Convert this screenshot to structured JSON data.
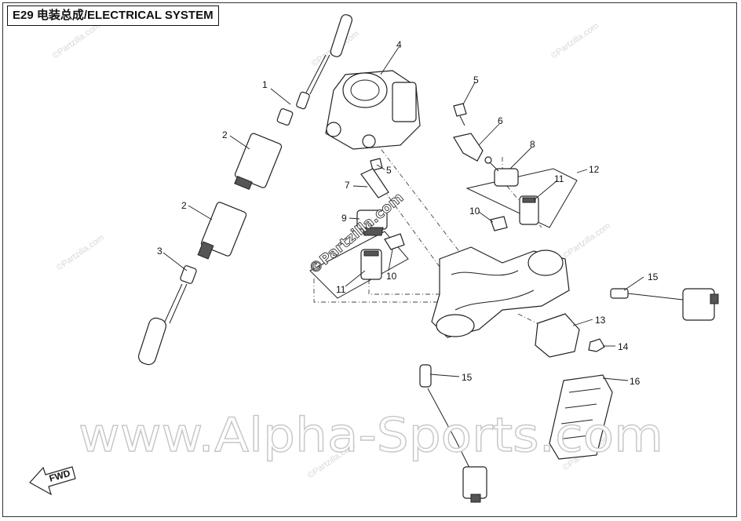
{
  "title": "E29 电装总成/ELECTRICAL SYSTEM",
  "watermark_main": "www.Alpha-Sports.com",
  "watermark_copy": "©Partzilla.com",
  "fwd_label": "FWD",
  "callouts": {
    "c1": "1",
    "c2a": "2",
    "c2b": "2",
    "c3": "3",
    "c4": "4",
    "c5a": "5",
    "c5b": "5",
    "c6": "6",
    "c7": "7",
    "c8": "8",
    "c9": "9",
    "c10a": "10",
    "c10b": "10",
    "c11a": "11",
    "c11b": "11",
    "c12": "12",
    "c13": "13",
    "c14": "14",
    "c15a": "15",
    "c15b": "15",
    "c16": "16"
  }
}
